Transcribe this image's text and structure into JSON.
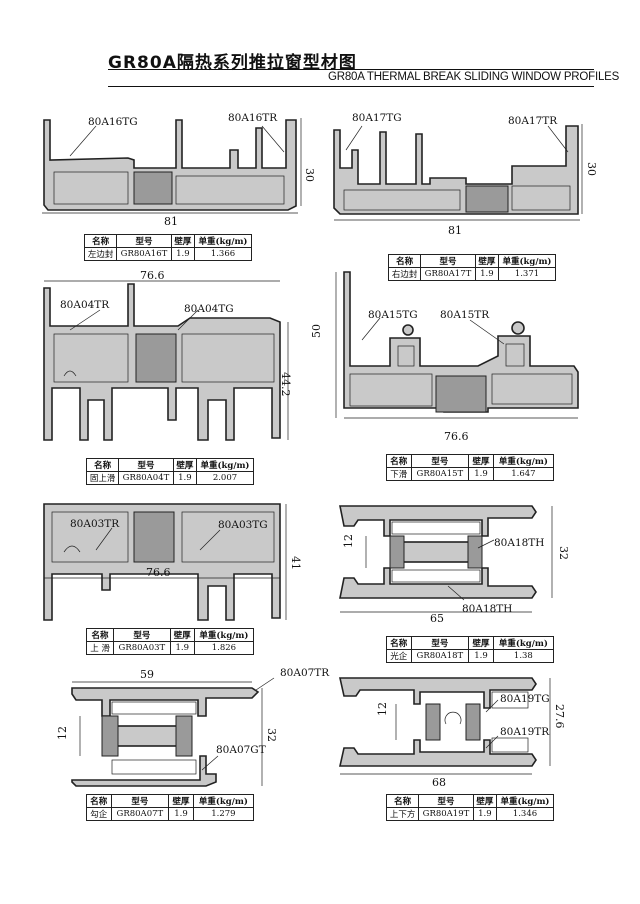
{
  "header": {
    "title_cn": "GR80A隔热系列推拉窗型材图",
    "title_en": "GR80A THERMAL BREAK SLIDING WINDOW PROFILES"
  },
  "table_headers": [
    "名称",
    "型号",
    "壁厚",
    "单重(kg/m)"
  ],
  "profiles": [
    {
      "labels": [
        "80A16TG",
        "80A16TR"
      ],
      "dims": [
        "81",
        "30"
      ],
      "name": "左边封",
      "model": "GR80A16T",
      "wall": "1.9",
      "weight": "1.366"
    },
    {
      "labels": [
        "80A17TG",
        "80A17TR"
      ],
      "dims": [
        "81",
        "30"
      ],
      "name": "右边封",
      "model": "GR80A17T",
      "wall": "1.9",
      "weight": "1.371"
    },
    {
      "labels": [
        "80A04TR",
        "80A04TG"
      ],
      "dims": [
        "76.6",
        "44.2"
      ],
      "name": "固上滑",
      "model": "GR80A04T",
      "wall": "1.9",
      "weight": "2.007"
    },
    {
      "labels": [
        "80A15TG",
        "80A15TR"
      ],
      "dims": [
        "50",
        "76.6"
      ],
      "name": "下滑",
      "model": "GR80A15T",
      "wall": "1.9",
      "weight": "1.647"
    },
    {
      "labels": [
        "80A03TR",
        "80A03TG"
      ],
      "dims": [
        "76.6",
        "41"
      ],
      "name": "上 滑",
      "model": "GR80A03T",
      "wall": "1.9",
      "weight": "1.826"
    },
    {
      "labels": [
        "80A18TH",
        "80A18TH"
      ],
      "dims": [
        "12",
        "32",
        "65"
      ],
      "name": "光企",
      "model": "GR80A18T",
      "wall": "1.9",
      "weight": "1.38"
    },
    {
      "labels": [
        "80A07TR",
        "80A07GT"
      ],
      "dims": [
        "59",
        "12",
        "32"
      ],
      "name": "勾企",
      "model": "GR80A07T",
      "wall": "1.9",
      "weight": "1.279"
    },
    {
      "labels": [
        "80A19TG",
        "80A19TR"
      ],
      "dims": [
        "12",
        "27.6",
        "68"
      ],
      "name": "上下方",
      "model": "GR80A19T",
      "wall": "1.9",
      "weight": "1.346"
    }
  ]
}
